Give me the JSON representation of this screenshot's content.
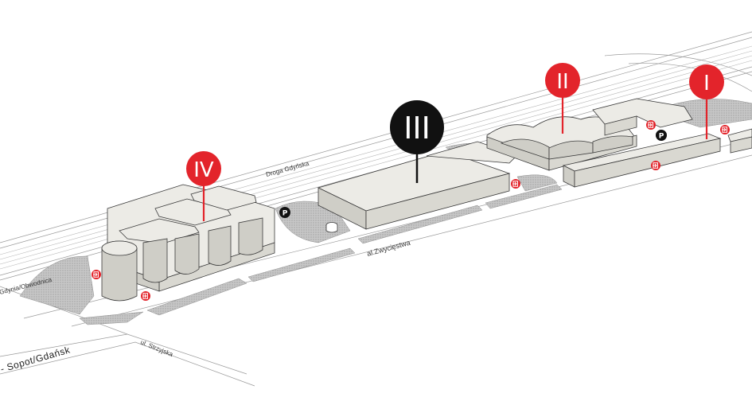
{
  "map": {
    "streets": {
      "droga_gdynska": "Droga Gdyńska",
      "al_zwyciestwa": "al.Zwycięstwa",
      "ul_strzyjska": "ul. Strzyjska",
      "obwodnica": "Gdynia/Obwodnica",
      "sopot_gdansk": "- Sopot/Gdańsk"
    },
    "halls": [
      {
        "id": "I",
        "label": "I",
        "color": "#e3242b"
      },
      {
        "id": "II",
        "label": "II",
        "color": "#e3242b"
      },
      {
        "id": "III",
        "label": "III",
        "color": "#111111"
      },
      {
        "id": "IV",
        "label": "IV",
        "color": "#e3242b"
      }
    ],
    "parking_label": "P",
    "colors": {
      "accent_red": "#e3242b",
      "highlight_black": "#111111",
      "building": "#ecebe6",
      "green_area": "#bdbdbd"
    },
    "icons": [
      "entrance-icon",
      "parking-icon",
      "map-pin-icon"
    ]
  }
}
